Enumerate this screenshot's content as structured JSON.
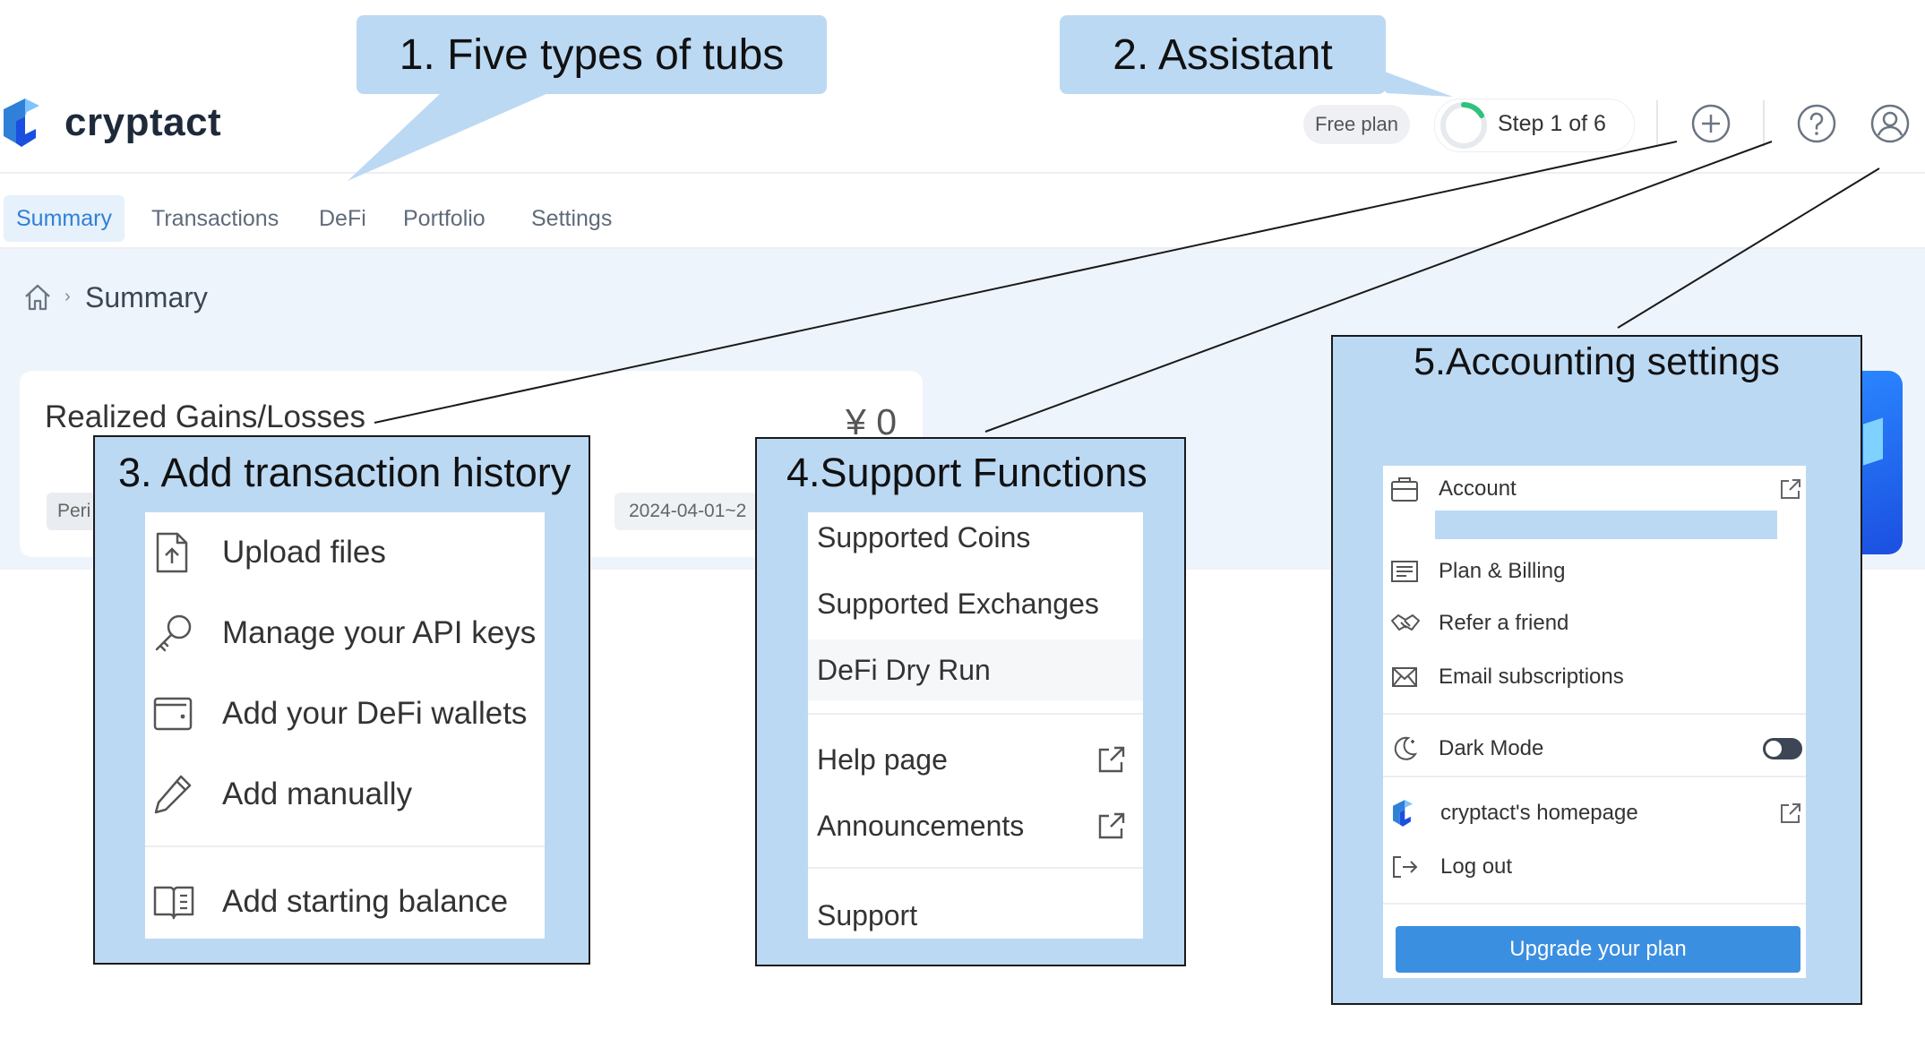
{
  "header": {
    "brand": "cryptact",
    "free_plan": "Free plan",
    "assistant_step": "Step 1 of 6"
  },
  "nav": {
    "tabs": [
      {
        "label": "Summary"
      },
      {
        "label": "Transactions"
      },
      {
        "label": "DeFi"
      },
      {
        "label": "Portfolio"
      },
      {
        "label": "Settings"
      }
    ]
  },
  "breadcrumb": {
    "current": "Summary"
  },
  "card": {
    "title": "Realized Gains/Losses",
    "value": "¥ 0",
    "period_label": "Peri",
    "date_label": "2024-04-01~2"
  },
  "callouts": {
    "one": "1.  Five types of tubs",
    "two": "2.  Assistant"
  },
  "panel3": {
    "title": "3. Add transaction history",
    "items": [
      {
        "label": "Upload files"
      },
      {
        "label": "Manage your API keys"
      },
      {
        "label": "Add your DeFi wallets"
      },
      {
        "label": "Add manually"
      },
      {
        "label": "Add starting balance"
      }
    ]
  },
  "panel4": {
    "title": "4.Support Functions",
    "items": [
      {
        "label": "Supported Coins"
      },
      {
        "label": "Supported Exchanges"
      },
      {
        "label": "DeFi Dry Run"
      },
      {
        "label": "Help page"
      },
      {
        "label": "Announcements"
      },
      {
        "label": "Support"
      }
    ]
  },
  "panel5": {
    "title": "5.Accounting settings",
    "items": [
      {
        "label": "Account"
      },
      {
        "label": "Plan & Billing"
      },
      {
        "label": "Refer a friend"
      },
      {
        "label": "Email subscriptions"
      },
      {
        "label": "Dark Mode"
      },
      {
        "label": "cryptact's homepage"
      },
      {
        "label": "Log out"
      }
    ],
    "upgrade": "Upgrade your plan"
  },
  "colors": {
    "accent": "#2f80d8",
    "callout": "#bcd9f4",
    "upgrade_button": "#3b8fe0"
  },
  "icons": {
    "header": [
      "add-icon",
      "help-icon",
      "user-icon"
    ],
    "panel3": [
      "upload-file-icon",
      "key-icon",
      "wallet-icon",
      "pencil-icon",
      "book-icon"
    ],
    "panel4": [
      "external-link-icon"
    ],
    "panel5": [
      "briefcase-icon",
      "billing-icon",
      "handshake-icon",
      "mail-icon",
      "moon-icon",
      "cryptact-logo-icon",
      "logout-icon"
    ]
  }
}
